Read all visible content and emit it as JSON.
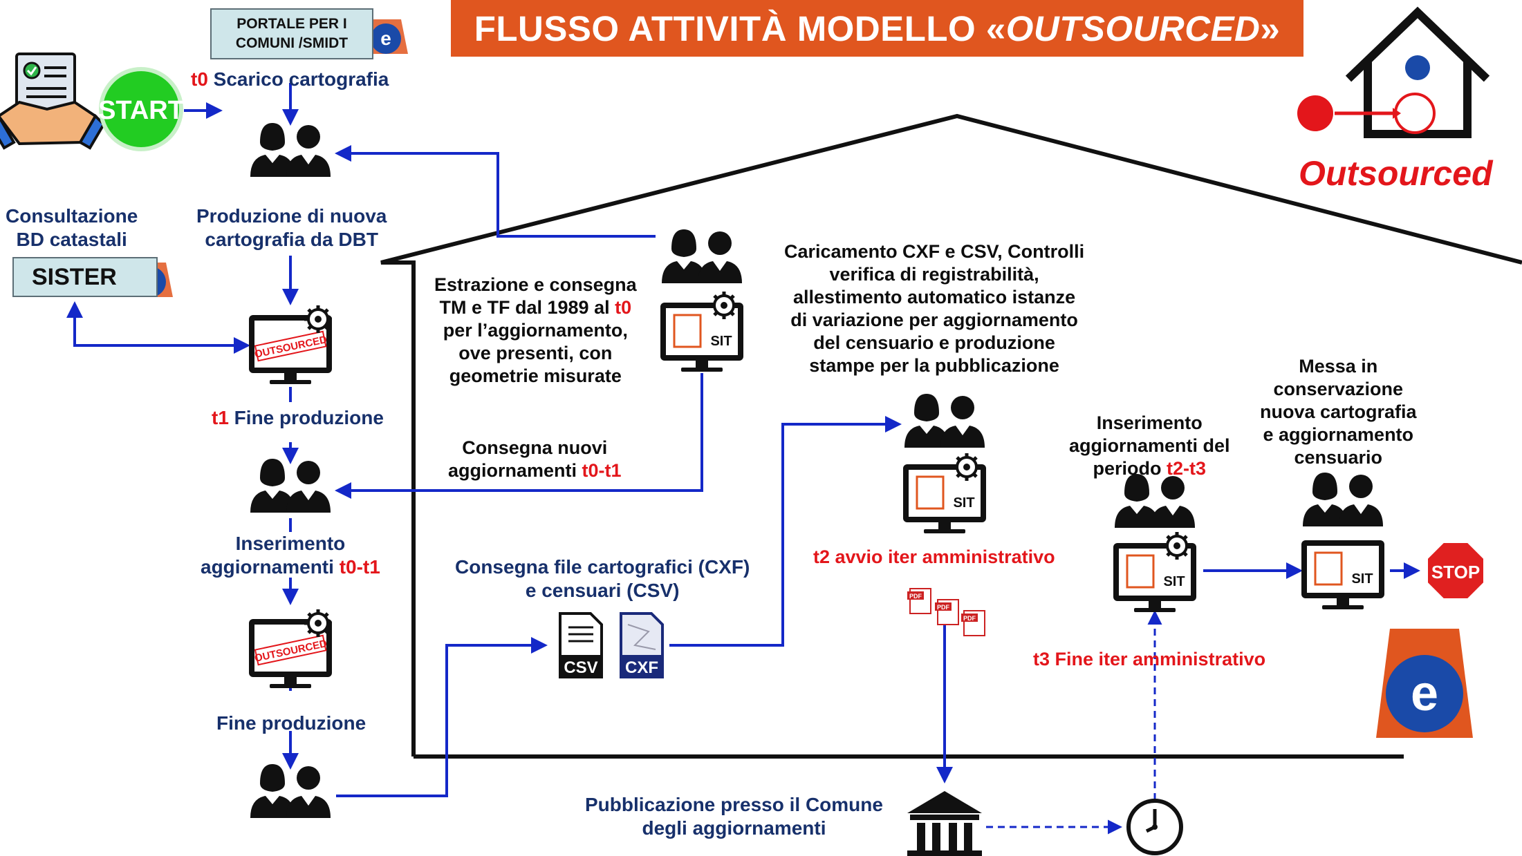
{
  "title": {
    "prefix": "FLUSSO ATTIVITÀ MODELLO «",
    "emphasis": "OUTSOURCED",
    "suffix": "»"
  },
  "colors": {
    "title_bg": "#e0561f",
    "arrow_blue": "#1428c8",
    "label_navy": "#17306b",
    "highlight_red": "#e3161b",
    "start_green": "#22cc22",
    "stop_red": "#e02020",
    "box_fill": "#cfe6ea"
  },
  "portal_box": {
    "line1": "PORTALE PER I",
    "line2": "COMUNI /SMIDT"
  },
  "sister_box": {
    "label": "SISTER"
  },
  "start_badge": "START",
  "stop_badge": "STOP",
  "outsourced_label": "Outsourced",
  "monitor_badges": {
    "outsourced": "OUTSOURCED",
    "sit": "SIT"
  },
  "file_icons": {
    "csv": "CSV",
    "cxf": "CXF",
    "pdf": "PDF"
  },
  "left_column": {
    "t0": {
      "time": "t0",
      "text": " Scarico cartografia"
    },
    "consultazione": {
      "line1": "Consultazione",
      "line2": "BD catastali"
    },
    "produzione": {
      "line1": "Produzione di nuova",
      "line2": "cartografia da DBT"
    },
    "t1": {
      "time": "t1",
      "text": " Fine produzione"
    },
    "inserimento": {
      "line1": "Inserimento",
      "line2_prefix": "aggiornamenti ",
      "line2_time": "t0-t1"
    },
    "fine_produzione": "Fine produzione"
  },
  "middle": {
    "estrazione": {
      "line1": "Estrazione e consegna",
      "line2_prefix": "TM e TF dal 1989 al ",
      "line2_time": "t0",
      "line3": "per l’aggiornamento,",
      "line4": "ove presenti, con",
      "line5": "geometrie misurate"
    },
    "consegna_nuovi": {
      "line1": "Consegna nuovi",
      "line2_prefix": "aggiornamenti ",
      "line2_time": "t0-t1"
    },
    "consegna_file": {
      "line1": "Consegna file cartografici (CXF)",
      "line2": "e censuari (CSV)"
    },
    "pubblicazione": {
      "line1": "Pubblicazione presso il Comune",
      "line2": "degli aggiornamenti"
    }
  },
  "right": {
    "caricamento": {
      "line1": "Caricamento CXF e CSV, Controlli",
      "line2": "verifica di registrabilità,",
      "line3": "allestimento automatico istanze",
      "line4": "di variazione per aggiornamento",
      "line5": "del censuario e produzione",
      "line6": "stampe per la pubblicazione"
    },
    "t2": "t2 avvio iter amministrativo",
    "inserimento_periodo": {
      "line1": "Inserimento",
      "line2": "aggiornamenti del",
      "line3_prefix": "periodo ",
      "line3_time": "t2-t3"
    },
    "messa": {
      "line1": "Messa in",
      "line2": "conservazione",
      "line3": "nuova cartografia",
      "line4": "e aggiornamento",
      "line5": "censuario"
    },
    "t3": "t3 Fine iter amministrativo"
  }
}
